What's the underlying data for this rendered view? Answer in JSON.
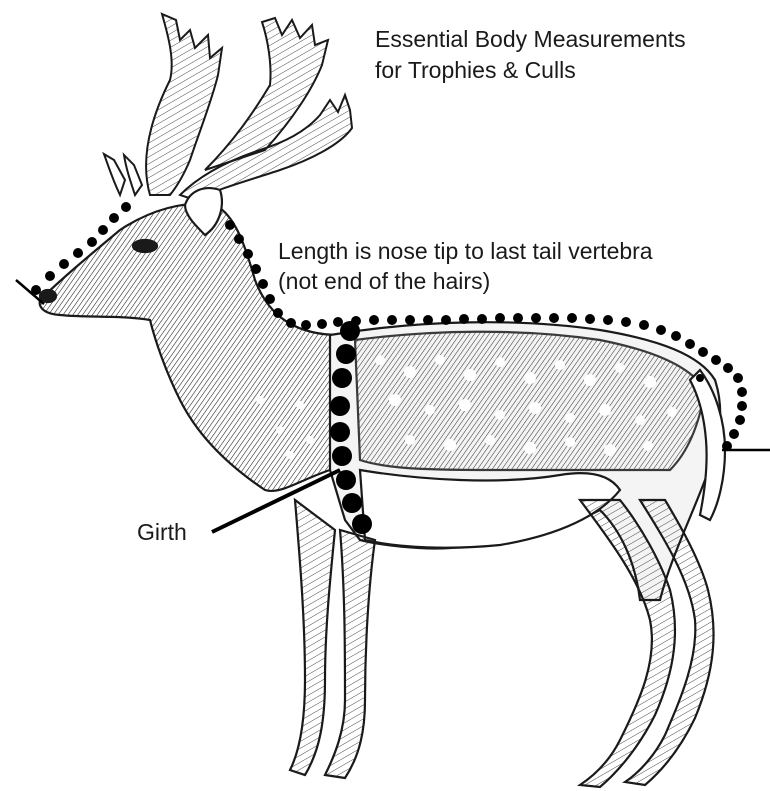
{
  "title": {
    "line1": "Essential Body Measurements",
    "line2": "for Trophies & Culls"
  },
  "length_note": {
    "line1": "Length is nose tip to last tail vertebra",
    "line2": "(not end of the hairs)"
  },
  "girth_label": "Girth",
  "colors": {
    "ink": "#1a1a1a",
    "background": "#ffffff",
    "dots": "#000000"
  }
}
